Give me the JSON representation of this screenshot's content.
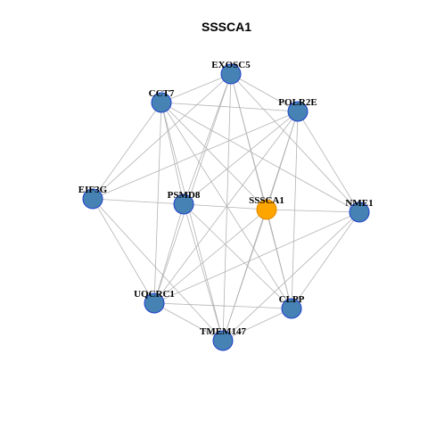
{
  "title": "SSSCA1",
  "colors": {
    "hub_fill": "#FFA500",
    "hub_stroke": "#E08A00",
    "node_fill": "#4682B4",
    "node_stroke": "#1F3FCC",
    "edge": "#B3B3B3"
  },
  "nodes": [
    {
      "id": "EXOSC5",
      "label": "EXOSC5",
      "hub": false
    },
    {
      "id": "CCT7",
      "label": "CCT7",
      "hub": false
    },
    {
      "id": "POLR2E",
      "label": "POLR2E",
      "hub": false
    },
    {
      "id": "EIF3G",
      "label": "EIF3G",
      "hub": false
    },
    {
      "id": "PSMD8",
      "label": "PSMD8",
      "hub": false
    },
    {
      "id": "SSSCA1",
      "label": "SSSCA1",
      "hub": true
    },
    {
      "id": "NME1",
      "label": "NME1",
      "hub": false
    },
    {
      "id": "UQCRC1",
      "label": "UQCRC1",
      "hub": false
    },
    {
      "id": "CLPP",
      "label": "CLPP",
      "hub": false
    },
    {
      "id": "TMEM147",
      "label": "TMEM147",
      "hub": false
    }
  ],
  "edges": [
    [
      "EXOSC5",
      "CCT7"
    ],
    [
      "EXOSC5",
      "POLR2E"
    ],
    [
      "EXOSC5",
      "EIF3G"
    ],
    [
      "EXOSC5",
      "PSMD8"
    ],
    [
      "EXOSC5",
      "SSSCA1"
    ],
    [
      "EXOSC5",
      "NME1"
    ],
    [
      "EXOSC5",
      "UQCRC1"
    ],
    [
      "EXOSC5",
      "CLPP"
    ],
    [
      "EXOSC5",
      "TMEM147"
    ],
    [
      "CCT7",
      "POLR2E"
    ],
    [
      "CCT7",
      "EIF3G"
    ],
    [
      "CCT7",
      "PSMD8"
    ],
    [
      "CCT7",
      "SSSCA1"
    ],
    [
      "CCT7",
      "NME1"
    ],
    [
      "CCT7",
      "UQCRC1"
    ],
    [
      "CCT7",
      "CLPP"
    ],
    [
      "CCT7",
      "TMEM147"
    ],
    [
      "POLR2E",
      "EIF3G"
    ],
    [
      "POLR2E",
      "PSMD8"
    ],
    [
      "POLR2E",
      "SSSCA1"
    ],
    [
      "POLR2E",
      "NME1"
    ],
    [
      "POLR2E",
      "UQCRC1"
    ],
    [
      "POLR2E",
      "CLPP"
    ],
    [
      "POLR2E",
      "TMEM147"
    ],
    [
      "EIF3G",
      "PSMD8"
    ],
    [
      "EIF3G",
      "UQCRC1"
    ],
    [
      "EIF3G",
      "TMEM147"
    ],
    [
      "PSMD8",
      "SSSCA1"
    ],
    [
      "PSMD8",
      "UQCRC1"
    ],
    [
      "PSMD8",
      "CLPP"
    ],
    [
      "PSMD8",
      "TMEM147"
    ],
    [
      "SSSCA1",
      "NME1"
    ],
    [
      "SSSCA1",
      "UQCRC1"
    ],
    [
      "SSSCA1",
      "CLPP"
    ],
    [
      "SSSCA1",
      "TMEM147"
    ],
    [
      "NME1",
      "UQCRC1"
    ],
    [
      "NME1",
      "CLPP"
    ],
    [
      "NME1",
      "TMEM147"
    ],
    [
      "UQCRC1",
      "CLPP"
    ],
    [
      "UQCRC1",
      "TMEM147"
    ],
    [
      "CLPP",
      "TMEM147"
    ]
  ]
}
